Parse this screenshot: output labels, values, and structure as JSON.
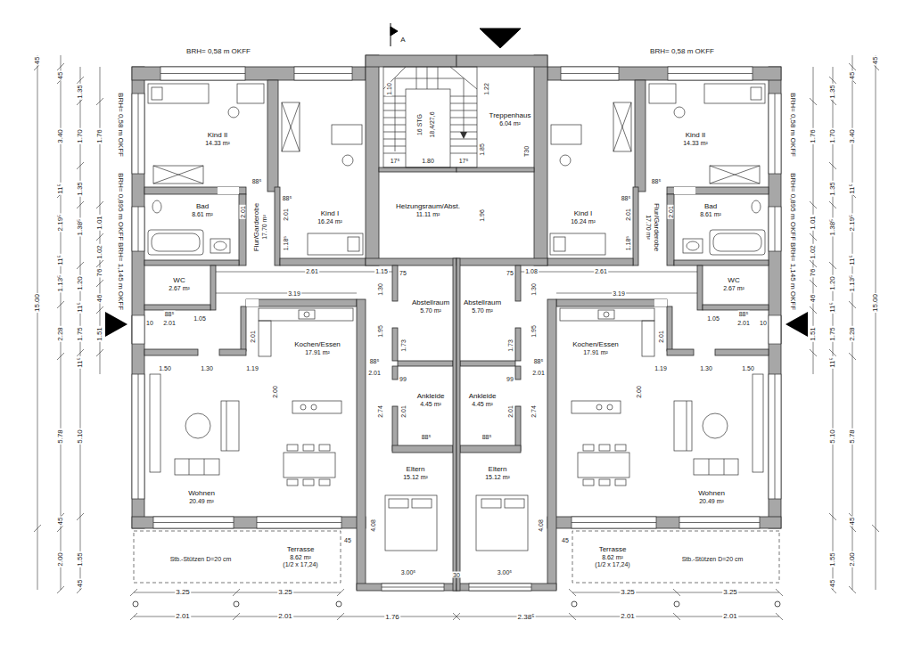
{
  "diagram": {
    "nodes": [
      {
        "text": [
          "Kind II",
          "14.33 m²"
        ]
      },
      {
        "text": [
          "Kind I",
          "16.24 m²"
        ]
      },
      {
        "text": [
          "Treppenhaus",
          "6.04 m²"
        ]
      },
      {
        "text": [
          "Kind I",
          "16.24 m²"
        ]
      },
      {
        "text": [
          "Kind II",
          "14.33 m²"
        ]
      },
      {
        "text": [
          "Bad",
          "8.61 m²"
        ]
      },
      {
        "text": [
          "Heizungsraum/Abst.",
          "11.11 m²"
        ]
      },
      {
        "text": [
          "Bad",
          "8.61 m²"
        ]
      },
      {
        "text": [
          "Flur/Garderobe",
          "17.70 m²"
        ]
      },
      {
        "text": [
          "Flur/Garderobe",
          "17.70 m²"
        ]
      },
      {
        "text": [
          "WC",
          "2.67 m²"
        ]
      },
      {
        "text": [
          "WC",
          "2.67 m²"
        ]
      },
      {
        "text": [
          "Abstellraum",
          "5.70 m²"
        ]
      },
      {
        "text": [
          "Abstellraum",
          "5.70 m²"
        ]
      },
      {
        "text": [
          "Kochen/Essen",
          "17.91 m²"
        ]
      },
      {
        "text": [
          "Wohnen",
          "20.49 m²"
        ]
      },
      {
        "text": [
          "Ankleide",
          "4.45 m²"
        ]
      },
      {
        "text": [
          "Ankleide",
          "4.45 m²"
        ]
      },
      {
        "text": [
          "Kochen/Essen",
          "17.91 m²"
        ]
      },
      {
        "text": [
          "Wohnen",
          "20.49 m²"
        ]
      },
      {
        "text": [
          "Eltern",
          "15.12 m²"
        ]
      },
      {
        "text": [
          "Eltern",
          "15.12 m²"
        ]
      },
      {
        "text": [
          "Terrasse",
          "8.62 m²",
          "(1/2 x 17,24)"
        ]
      },
      {
        "text": [
          "Terrasse",
          "8.62 m²",
          "(1/2 x 17,24)"
        ]
      }
    ],
    "labels": [
      "A",
      "BRH= 0,58 m OKFF",
      "BRH= 0,58 m OKFF",
      "1.10",
      "1.22",
      "16 STG",
      "18,4/27,6",
      "1.85",
      "1.80",
      "17⁵",
      "17⁵",
      "1.96",
      "T30",
      "30",
      "1.76",
      "2.38⁵",
      "45",
      "15.00",
      "45",
      "3.40",
      "11⁵",
      "2.19⁵",
      "11⁵",
      "1.13⁵",
      "2.28",
      "5.78",
      "45",
      "2.00",
      "1.35",
      "1.70",
      "1.35",
      "1.38⁵",
      "1.20",
      "11⁵",
      "1.75",
      "11⁵",
      "5.10",
      "1.55",
      "45",
      "1.76",
      "1.01",
      "1.02",
      "76",
      "46",
      "1.51",
      "BRH= 0,58 m OKFF",
      "BRH= 0,895 m OKFF",
      "BRH= 1,145 m OKFF",
      "88⁵",
      "2.01",
      "88⁵",
      "2.01",
      "1.18⁵",
      "2.61",
      "1.15",
      "3.19",
      "88⁵",
      "2.01",
      "1.05",
      "10",
      "2.01",
      "1.50",
      "1.30",
      "1.19",
      "2.00",
      "75",
      "1.30",
      "1.95",
      "1.73",
      "99",
      "88⁵",
      "2.01",
      "2.01",
      "88⁵",
      "2.74",
      "4.08",
      "3.00⁵",
      "45",
      "3.25",
      "3.25",
      "2.01",
      "2.01",
      "Stb.-Stützen D=20 cm",
      "45",
      "15.00",
      "45",
      "3.40",
      "11⁵",
      "2.19⁵",
      "11⁵",
      "1.13⁵",
      "2.28",
      "5.78",
      "45",
      "2.00",
      "1.35",
      "1.70",
      "1.35",
      "1.38⁵",
      "1.20",
      "11⁵",
      "1.75",
      "11⁵",
      "5.10",
      "1.55",
      "45",
      "1.76",
      "1.01",
      "1.02",
      "76",
      "46",
      "1.51",
      "BRH= 0,58 m OKFF",
      "BRH= 0,895 m OKFF",
      "BRH= 1,145 m OKFF",
      "88⁵",
      "2.01",
      "88⁵",
      "2.01",
      "1.18⁵",
      "2.61",
      "1.08",
      "3.19",
      "88⁵",
      "2.01",
      "1.05",
      "10",
      "2.01",
      "1.50",
      "1.30",
      "1.19",
      "2.00",
      "75",
      "1.30",
      "1.95",
      "1.73",
      "99",
      "88⁵",
      "2.01",
      "2.01",
      "88⁵",
      "2.74",
      "4.08",
      "3.00⁵",
      "45",
      "3.25",
      "3.25",
      "2.01",
      "2.01",
      "Stb.-Stützen D=20 cm"
    ]
  }
}
